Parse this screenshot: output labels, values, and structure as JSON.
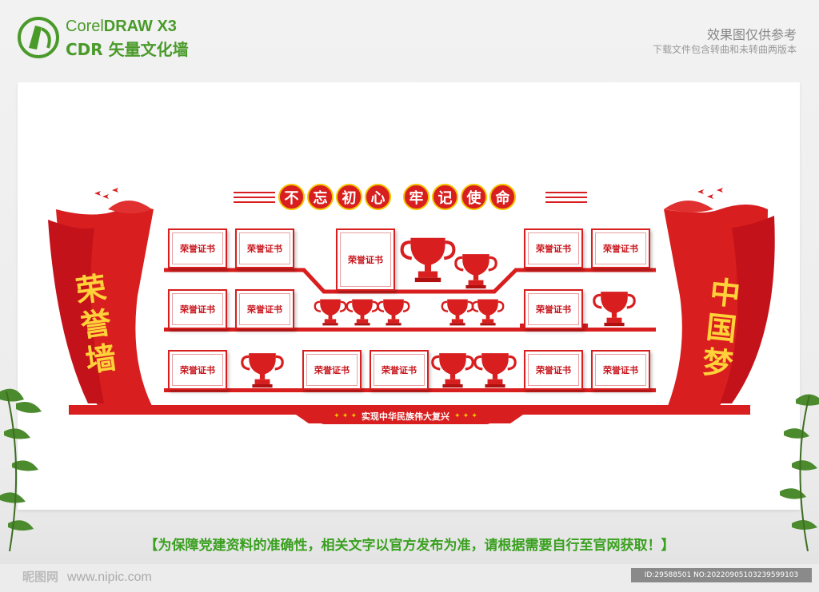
{
  "header": {
    "brand_prefix": "Corel",
    "brand_bold": "DRAW X3",
    "brand_line2": "CDR 矢量文化墙",
    "preview_note": "效果图仅供参考",
    "download_note": "下载文件包含转曲和未转曲两版本"
  },
  "wall": {
    "slogan_part1": [
      "不",
      "忘",
      "初",
      "心"
    ],
    "slogan_part2": [
      "牢",
      "记",
      "使",
      "命"
    ],
    "left_title": "荣誉墙",
    "right_title": "中国梦",
    "bottom_slogan": "实现中华民族伟大复兴",
    "stars": "✦ ✦ ✦",
    "certificate_label": "荣誉证书",
    "colors": {
      "red": "#d81e1e",
      "gold": "#f5c400",
      "yellow_text": "#ffd23a"
    }
  },
  "footer": {
    "disclaimer": "【为保障党建资料的准确性，相关文字以官方发布为准，请根据需要自行至官网获取！】",
    "nipic_logo": "昵图网",
    "nipic_url": "www.nipic.com",
    "image_id": "ID:29588501 NO:20220905103239599103"
  }
}
